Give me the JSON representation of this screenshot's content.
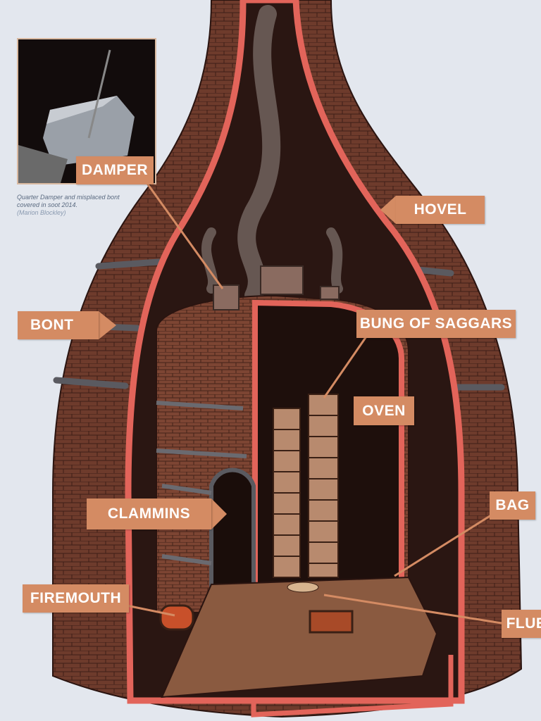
{
  "labels": {
    "damper": "DAMPER",
    "hovel": "HOVEL",
    "bont": "BONT",
    "bung_of_saggars": "BUNG OF SAGGARS",
    "oven": "OVEN",
    "clammins": "CLAMMINS",
    "bag": "BAG",
    "firemouth": "FIREMOUTH",
    "flue": "FLUE"
  },
  "photo_caption": {
    "text": "Quarter Damper and misplaced bont covered in soot 2014.",
    "credit": "(Marion Blockley)"
  },
  "colors": {
    "label": "#d48b63",
    "brick": "#6e3b2c",
    "outline": "#e2645a",
    "interior": "#2a1612",
    "background": "#e3e7ee"
  }
}
